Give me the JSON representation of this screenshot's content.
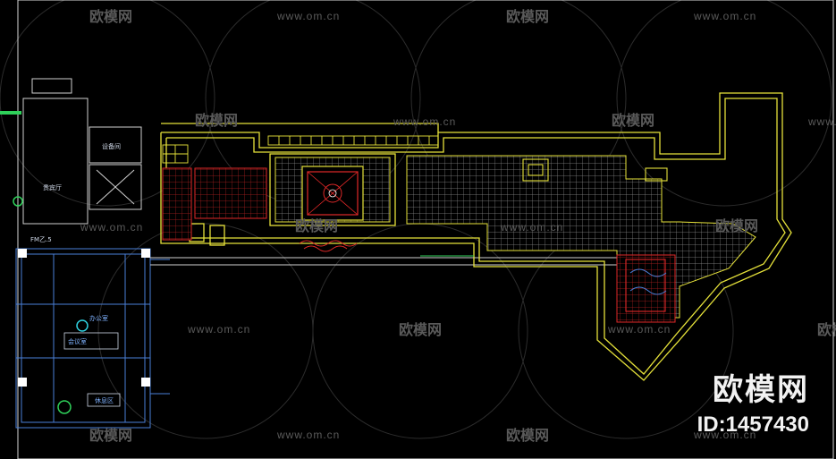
{
  "watermark": {
    "site_cn": "欧模网",
    "site_url": "www.om.cn"
  },
  "brand": {
    "logo_text": "欧模网",
    "id_text": "ID:1457430"
  },
  "plan_labels": {
    "reception": "贵宾厅",
    "equipment_room": "设备间",
    "fire_zone": "FM乙.5",
    "room_a": "办公室",
    "room_b": "会议室",
    "room_c": "休息区"
  },
  "colors": {
    "background": "#000000",
    "yellow_line": "#e6e23a",
    "red_line": "#e02828",
    "white_line": "#ffffff",
    "blue_line": "#4a7fd8",
    "green_line": "#2fd15a",
    "grid_line": "#9a9a9a"
  }
}
